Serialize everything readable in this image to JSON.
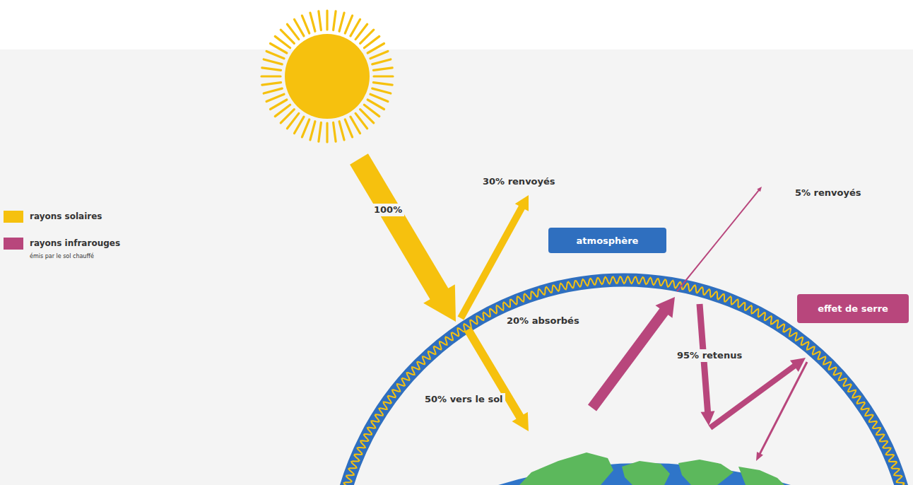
{
  "diagram": {
    "nodes": [
      {
        "text": [
          "atmosphère"
        ]
      },
      {
        "text": [
          "effet de serre"
        ]
      }
    ],
    "labels": [
      "100%",
      "30% renvoyés",
      "20% absorbés",
      "50% vers le sol",
      "5% renvoyés",
      "95% retenus",
      "émis par le sol chauffé"
    ],
    "legend": [
      {
        "text": "rayons solaires",
        "color": "#f6c10e"
      },
      {
        "text": "rayons infrarouges",
        "color": "#b8467c"
      }
    ]
  }
}
